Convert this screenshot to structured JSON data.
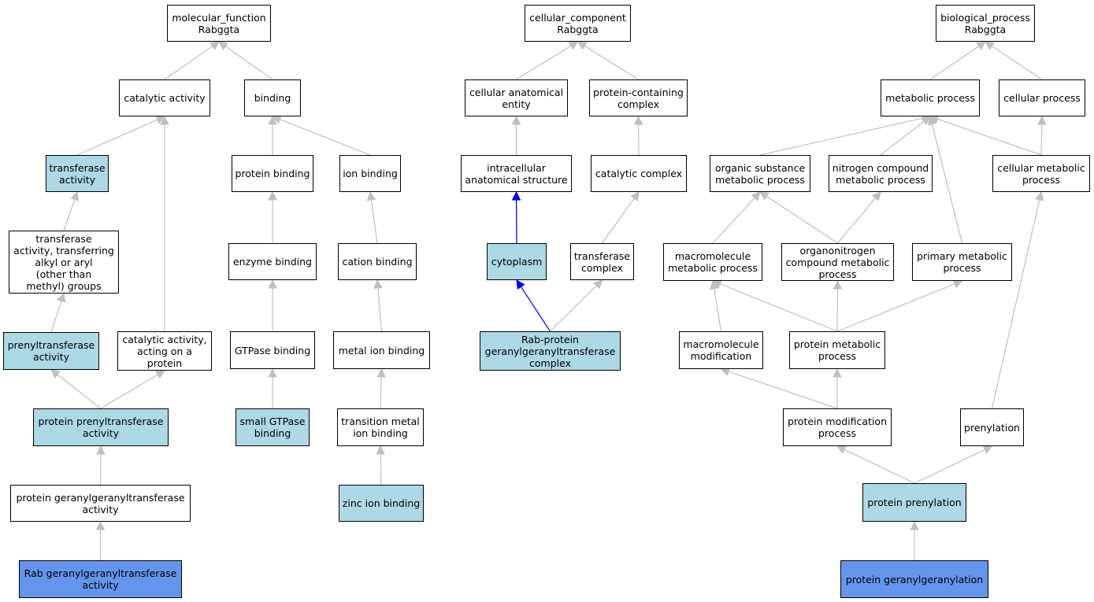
{
  "colors": {
    "default_fill": "#ffffff",
    "ancestor_fill": "#add8e6",
    "annotated_fill": "#6495ed",
    "edge_default": "#c0c0c0",
    "edge_highlight": "#0000ff"
  },
  "nodes": [
    {
      "id": "mf_root",
      "label": "molecular_function\nRabggta",
      "fill": "#ffffff"
    },
    {
      "id": "catalytic_activity",
      "label": "catalytic activity",
      "fill": "#ffffff"
    },
    {
      "id": "binding",
      "label": "binding",
      "fill": "#ffffff"
    },
    {
      "id": "transferase_activity",
      "label": "transferase\nactivity",
      "fill": "#add8e6"
    },
    {
      "id": "transferase_alkyl",
      "label": "transferase\nactivity, transferring\nalkyl or aryl\n(other than\nmethyl) groups",
      "fill": "#ffffff"
    },
    {
      "id": "prenyltransferase",
      "label": "prenyltransferase\nactivity",
      "fill": "#add8e6"
    },
    {
      "id": "catalytic_protein",
      "label": "catalytic activity,\nacting on a\nprotein",
      "fill": "#ffffff"
    },
    {
      "id": "protein_prenyltransferase",
      "label": "protein prenyltransferase\nactivity",
      "fill": "#add8e6"
    },
    {
      "id": "protein_ggt",
      "label": "protein geranylgeranyltransferase\nactivity",
      "fill": "#ffffff"
    },
    {
      "id": "rab_ggt",
      "label": "Rab geranylgeranyltransferase\nactivity",
      "fill": "#6495ed"
    },
    {
      "id": "protein_binding",
      "label": "protein binding",
      "fill": "#ffffff"
    },
    {
      "id": "enzyme_binding",
      "label": "enzyme binding",
      "fill": "#ffffff"
    },
    {
      "id": "gtpase_binding",
      "label": "GTPase binding",
      "fill": "#ffffff"
    },
    {
      "id": "small_gtpase_binding",
      "label": "small GTPase\nbinding",
      "fill": "#add8e6"
    },
    {
      "id": "ion_binding",
      "label": "ion binding",
      "fill": "#ffffff"
    },
    {
      "id": "cation_binding",
      "label": "cation binding",
      "fill": "#ffffff"
    },
    {
      "id": "metal_ion_binding",
      "label": "metal ion binding",
      "fill": "#ffffff"
    },
    {
      "id": "transition_metal",
      "label": "transition metal\nion binding",
      "fill": "#ffffff"
    },
    {
      "id": "zinc_ion_binding",
      "label": "zinc ion binding",
      "fill": "#add8e6"
    },
    {
      "id": "cc_root",
      "label": "cellular_component\nRabggta",
      "fill": "#ffffff"
    },
    {
      "id": "cellular_anatomical",
      "label": "cellular anatomical\nentity",
      "fill": "#ffffff"
    },
    {
      "id": "protein_complex",
      "label": "protein-containing\ncomplex",
      "fill": "#ffffff"
    },
    {
      "id": "intracellular",
      "label": "intracellular\nanatomical structure",
      "fill": "#ffffff"
    },
    {
      "id": "catalytic_complex",
      "label": "catalytic complex",
      "fill": "#ffffff"
    },
    {
      "id": "cytoplasm",
      "label": "cytoplasm",
      "fill": "#add8e6"
    },
    {
      "id": "transferase_complex",
      "label": "transferase\ncomplex",
      "fill": "#ffffff"
    },
    {
      "id": "rab_ggt_complex",
      "label": "Rab-protein\ngeranylgeranyltransferase\ncomplex",
      "fill": "#add8e6"
    },
    {
      "id": "bp_root",
      "label": "biological_process\nRabggta",
      "fill": "#ffffff"
    },
    {
      "id": "metabolic_process",
      "label": "metabolic process",
      "fill": "#ffffff"
    },
    {
      "id": "cellular_process",
      "label": "cellular process",
      "fill": "#ffffff"
    },
    {
      "id": "organic_substance",
      "label": "organic substance\nmetabolic process",
      "fill": "#ffffff"
    },
    {
      "id": "nitrogen_compound",
      "label": "nitrogen compound\nmetabolic process",
      "fill": "#ffffff"
    },
    {
      "id": "cellular_metabolic",
      "label": "cellular metabolic\nprocess",
      "fill": "#ffffff"
    },
    {
      "id": "macromolecule_metabolic",
      "label": "macromolecule\nmetabolic process",
      "fill": "#ffffff"
    },
    {
      "id": "organonitrogen",
      "label": "organonitrogen\ncompound metabolic\nprocess",
      "fill": "#ffffff"
    },
    {
      "id": "primary_metabolic",
      "label": "primary metabolic\nprocess",
      "fill": "#ffffff"
    },
    {
      "id": "macromolecule_modification",
      "label": "macromolecule\nmodification",
      "fill": "#ffffff"
    },
    {
      "id": "protein_metabolic",
      "label": "protein metabolic\nprocess",
      "fill": "#ffffff"
    },
    {
      "id": "protein_modification",
      "label": "protein modification\nprocess",
      "fill": "#ffffff"
    },
    {
      "id": "prenylation",
      "label": "prenylation",
      "fill": "#ffffff"
    },
    {
      "id": "protein_prenylation",
      "label": "protein prenylation",
      "fill": "#add8e6"
    },
    {
      "id": "protein_gg",
      "label": "protein geranylgeranylation",
      "fill": "#6495ed"
    }
  ],
  "edges": [
    {
      "from": "catalytic_activity",
      "to": "mf_root",
      "highlight": false
    },
    {
      "from": "binding",
      "to": "mf_root",
      "highlight": false
    },
    {
      "from": "transferase_activity",
      "to": "catalytic_activity",
      "highlight": false
    },
    {
      "from": "catalytic_protein",
      "to": "catalytic_activity",
      "highlight": false
    },
    {
      "from": "transferase_alkyl",
      "to": "transferase_activity",
      "highlight": false
    },
    {
      "from": "prenyltransferase",
      "to": "transferase_alkyl",
      "highlight": false
    },
    {
      "from": "protein_prenyltransferase",
      "to": "prenyltransferase",
      "highlight": false
    },
    {
      "from": "protein_prenyltransferase",
      "to": "catalytic_protein",
      "highlight": false
    },
    {
      "from": "protein_ggt",
      "to": "protein_prenyltransferase",
      "highlight": false
    },
    {
      "from": "rab_ggt",
      "to": "protein_ggt",
      "highlight": false
    },
    {
      "from": "protein_binding",
      "to": "binding",
      "highlight": false
    },
    {
      "from": "ion_binding",
      "to": "binding",
      "highlight": false
    },
    {
      "from": "enzyme_binding",
      "to": "protein_binding",
      "highlight": false
    },
    {
      "from": "gtpase_binding",
      "to": "enzyme_binding",
      "highlight": false
    },
    {
      "from": "small_gtpase_binding",
      "to": "gtpase_binding",
      "highlight": false
    },
    {
      "from": "cation_binding",
      "to": "ion_binding",
      "highlight": false
    },
    {
      "from": "metal_ion_binding",
      "to": "cation_binding",
      "highlight": false
    },
    {
      "from": "transition_metal",
      "to": "metal_ion_binding",
      "highlight": false
    },
    {
      "from": "zinc_ion_binding",
      "to": "transition_metal",
      "highlight": false
    },
    {
      "from": "cellular_anatomical",
      "to": "cc_root",
      "highlight": false
    },
    {
      "from": "protein_complex",
      "to": "cc_root",
      "highlight": false
    },
    {
      "from": "intracellular",
      "to": "cellular_anatomical",
      "highlight": false
    },
    {
      "from": "cytoplasm",
      "to": "cellular_anatomical",
      "highlight": false
    },
    {
      "from": "cytoplasm",
      "to": "intracellular",
      "highlight": true
    },
    {
      "from": "catalytic_complex",
      "to": "protein_complex",
      "highlight": false
    },
    {
      "from": "transferase_complex",
      "to": "catalytic_complex",
      "highlight": false
    },
    {
      "from": "rab_ggt_complex",
      "to": "cytoplasm",
      "highlight": true
    },
    {
      "from": "rab_ggt_complex",
      "to": "transferase_complex",
      "highlight": false
    },
    {
      "from": "metabolic_process",
      "to": "bp_root",
      "highlight": false
    },
    {
      "from": "cellular_process",
      "to": "bp_root",
      "highlight": false
    },
    {
      "from": "organic_substance",
      "to": "metabolic_process",
      "highlight": false
    },
    {
      "from": "nitrogen_compound",
      "to": "metabolic_process",
      "highlight": false
    },
    {
      "from": "primary_metabolic",
      "to": "metabolic_process",
      "highlight": false
    },
    {
      "from": "cellular_metabolic",
      "to": "metabolic_process",
      "highlight": false
    },
    {
      "from": "cellular_metabolic",
      "to": "cellular_process",
      "highlight": false
    },
    {
      "from": "macromolecule_metabolic",
      "to": "organic_substance",
      "highlight": false
    },
    {
      "from": "organonitrogen",
      "to": "organic_substance",
      "highlight": false
    },
    {
      "from": "organonitrogen",
      "to": "nitrogen_compound",
      "highlight": false
    },
    {
      "from": "macromolecule_modification",
      "to": "macromolecule_metabolic",
      "highlight": false
    },
    {
      "from": "protein_metabolic",
      "to": "macromolecule_metabolic",
      "highlight": false
    },
    {
      "from": "protein_metabolic",
      "to": "organonitrogen",
      "highlight": false
    },
    {
      "from": "protein_metabolic",
      "to": "primary_metabolic",
      "highlight": false
    },
    {
      "from": "protein_modification",
      "to": "macromolecule_modification",
      "highlight": false
    },
    {
      "from": "protein_modification",
      "to": "protein_metabolic",
      "highlight": false
    },
    {
      "from": "prenylation",
      "to": "cellular_metabolic",
      "highlight": false
    },
    {
      "from": "protein_prenylation",
      "to": "protein_modification",
      "highlight": false
    },
    {
      "from": "protein_prenylation",
      "to": "prenylation",
      "highlight": false
    },
    {
      "from": "protein_gg",
      "to": "protein_prenylation",
      "highlight": false
    }
  ]
}
